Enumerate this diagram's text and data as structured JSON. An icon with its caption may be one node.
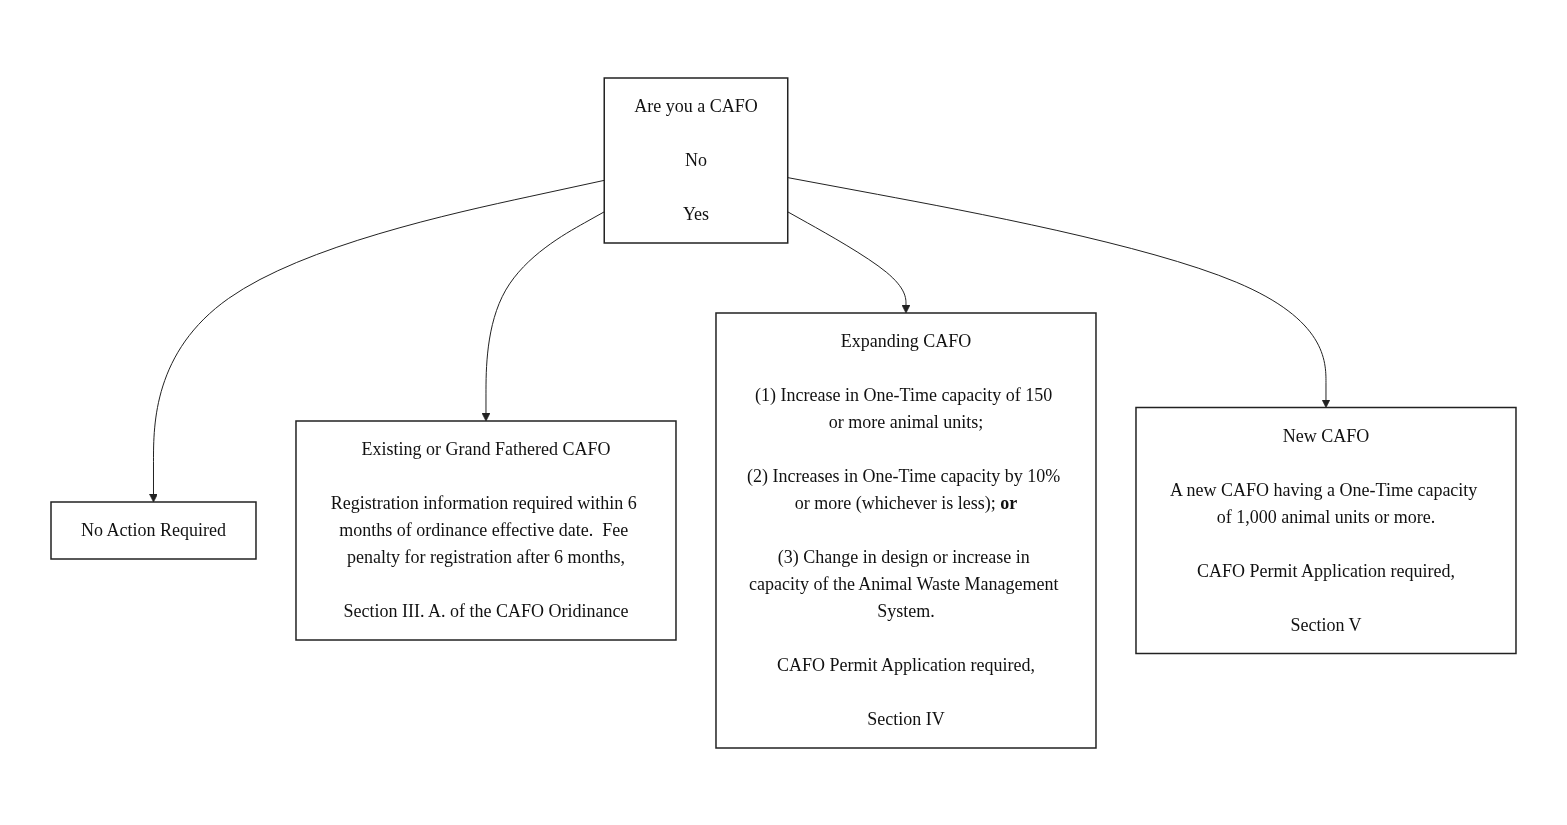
{
  "diagram": {
    "nodes": [
      {
        "text": [
          "Are you a CAFO",
          "No",
          "Yes"
        ]
      },
      {
        "text": [
          "No Action Required"
        ]
      },
      {
        "text": [
          "Existing or Grand Fathered CAFO",
          "Registration information required within 6 months of ordinance effective date.  Fee penalty for registration after 6 months,",
          "Section III. A. of the CAFO Oridinance"
        ]
      },
      {
        "text": [
          "Expanding CAFO",
          "(1) Increase in One-Time capacity of 150 or more animal units;",
          "(2) Increases in One-Time capacity by 10% or more (whichever is less); **or**",
          "(3) Change in design or increase in capacity of the Animal Waste Management System.",
          "CAFO Permit Application required,",
          "Section IV"
        ]
      },
      {
        "text": [
          "New CAFO",
          "A new CAFO having a One-Time capacity of 1,000 animal units or more.",
          "CAFO Permit Application required,",
          "Section V"
        ]
      }
    ],
    "edges": [
      {
        "from": 0,
        "to": 1,
        "arrow": "to"
      },
      {
        "from": 0,
        "to": 2,
        "arrow": "to"
      },
      {
        "from": 0,
        "to": 3,
        "arrow": "to"
      },
      {
        "from": 0,
        "to": 4,
        "arrow": "to"
      }
    ]
  }
}
